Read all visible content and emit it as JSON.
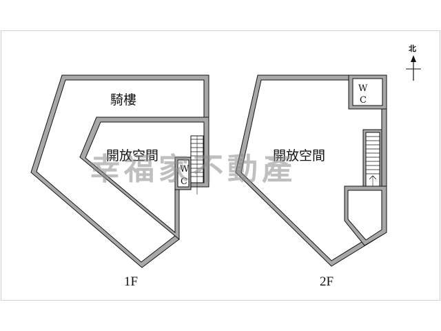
{
  "plan_1f": {
    "arcade_label": "騎樓",
    "open_space_label": "開放空間",
    "wc_label_w": "W",
    "wc_label_c": "C",
    "floor_label": "1F"
  },
  "plan_2f": {
    "open_space_label": "開放空間",
    "wc_label_w": "W",
    "wc_label_c": "C",
    "floor_label": "2F"
  },
  "north_arrow": {
    "label": "北"
  },
  "watermark": {
    "text": "幸福家不動產"
  },
  "colors": {
    "wall": "#a8a8a8",
    "line": "#111111",
    "frame": "#cfcfcf"
  }
}
